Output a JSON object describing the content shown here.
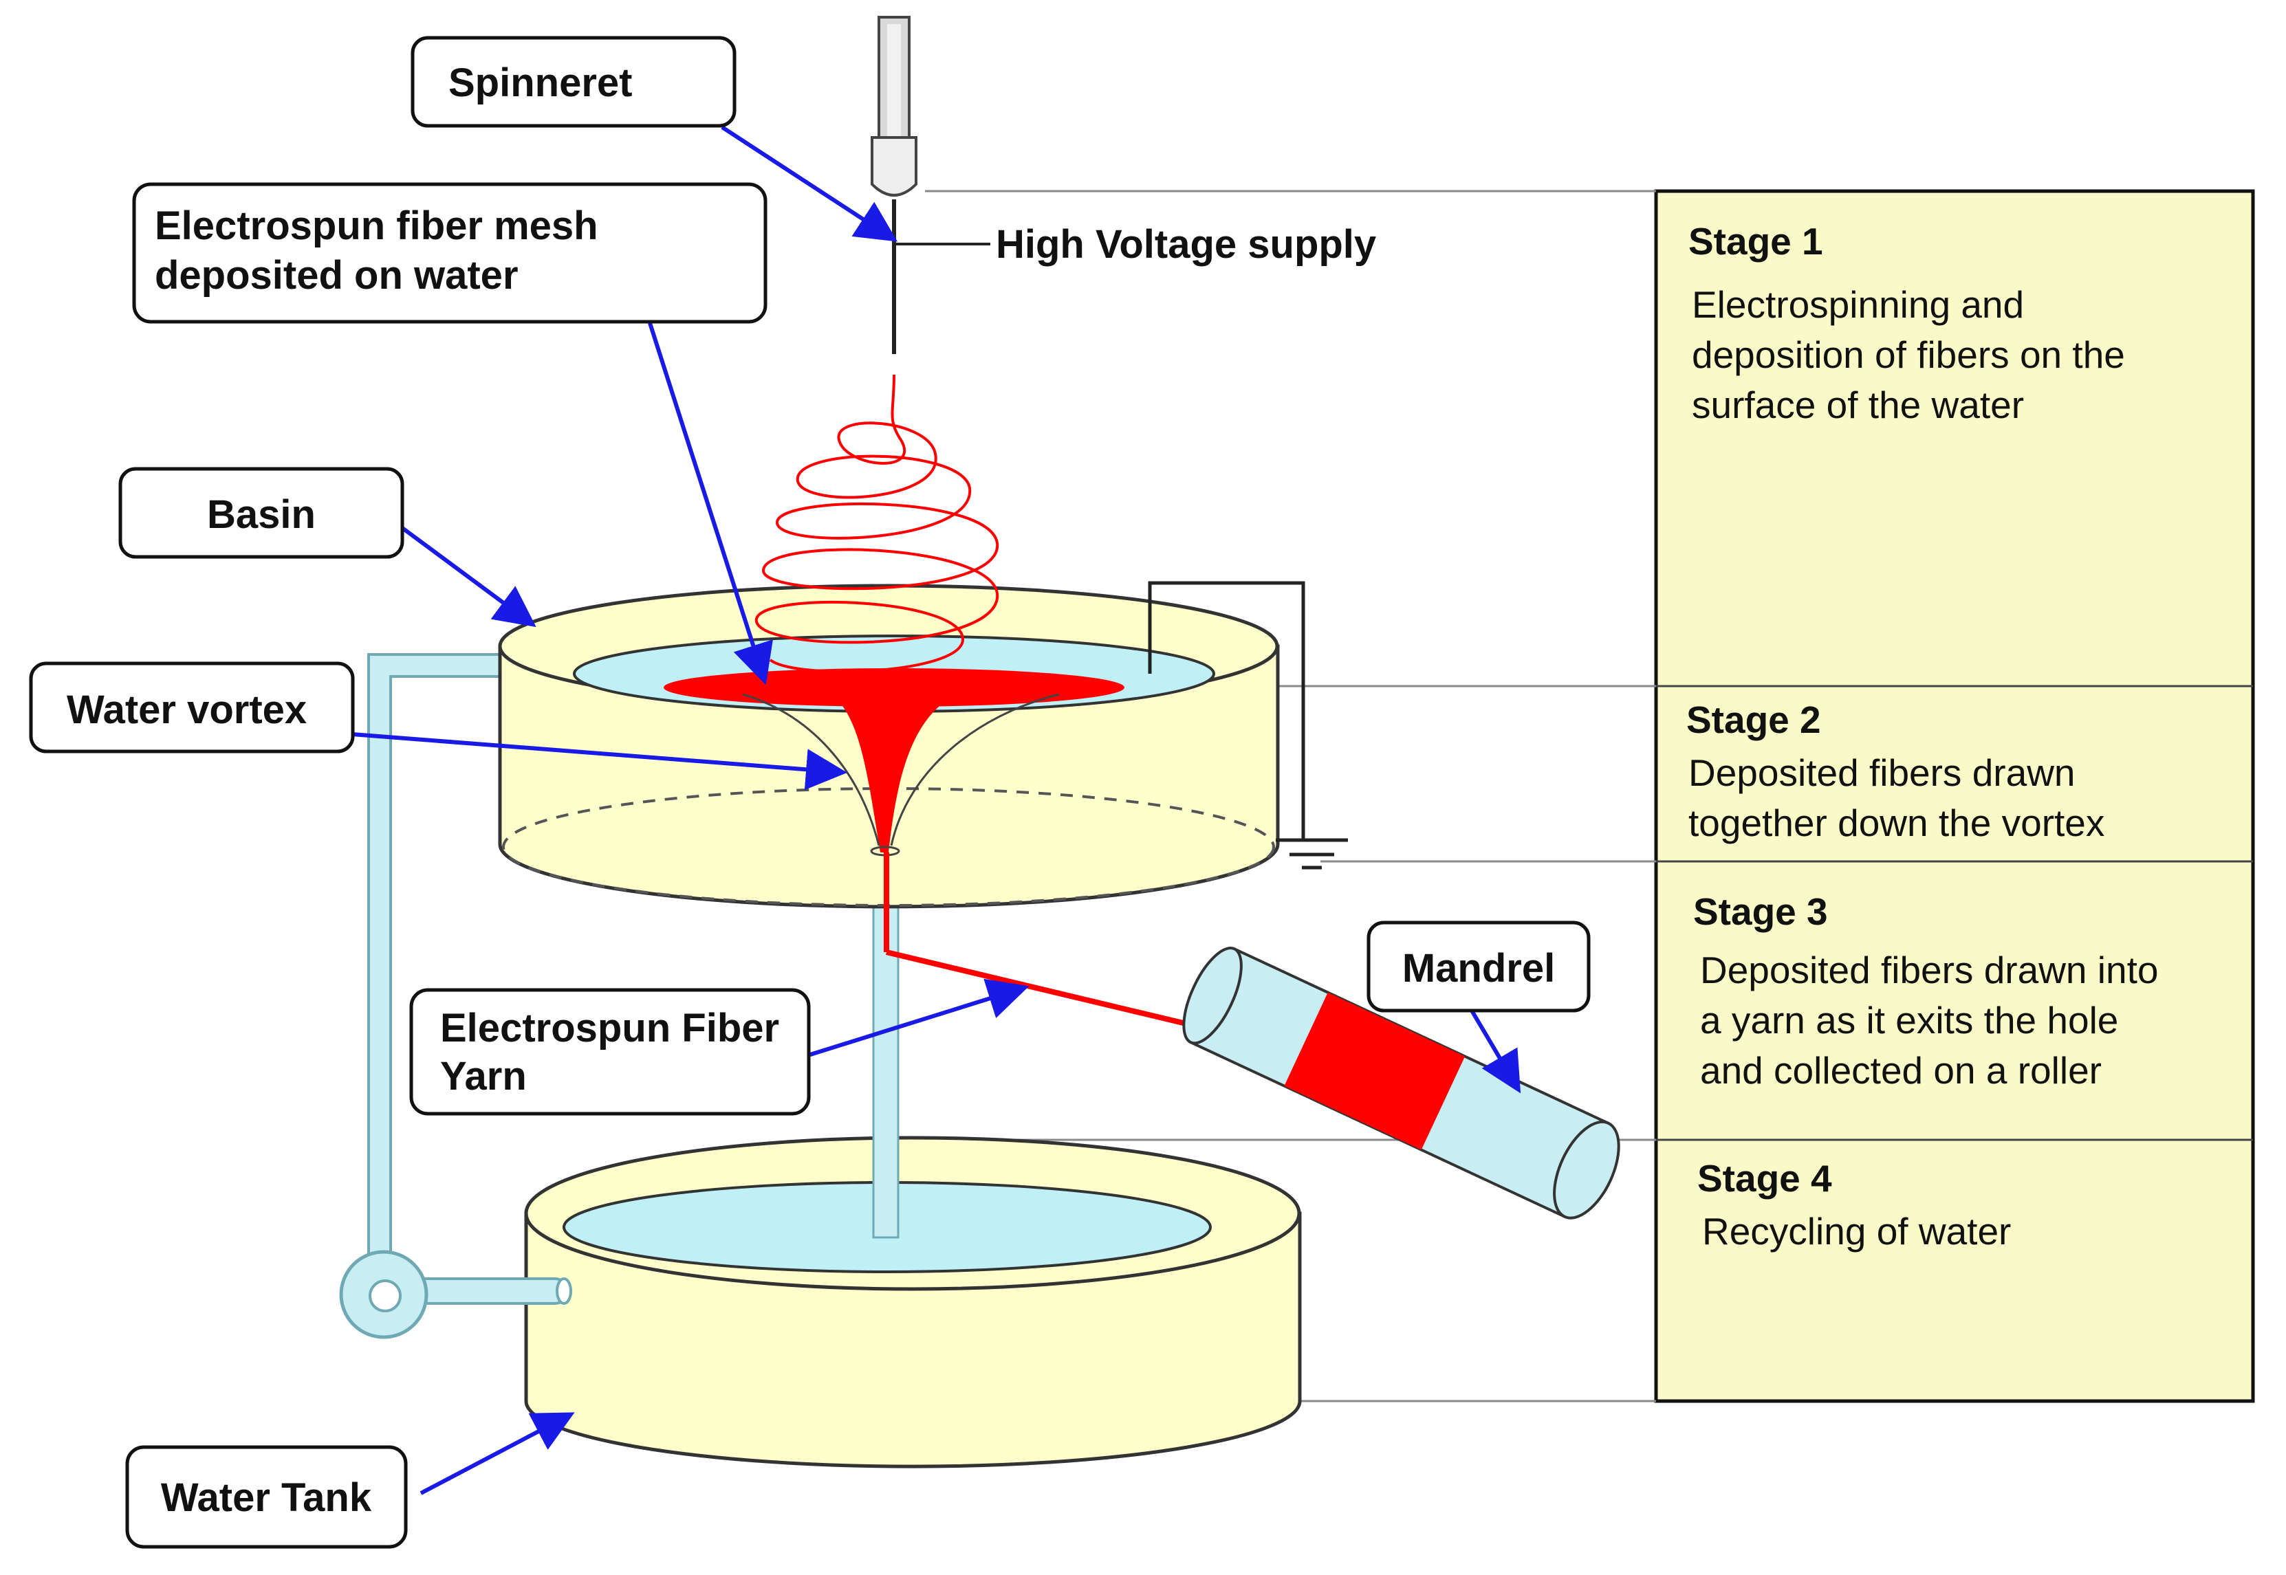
{
  "labels": {
    "spinneret": "Spinneret",
    "high_voltage": "High Voltage supply",
    "fiber_mesh_line1": "Electrospun fiber mesh",
    "fiber_mesh_line2": "deposited on water",
    "basin": "Basin",
    "water_vortex": "Water vortex",
    "fiber_yarn_line1": "Electrospun Fiber",
    "fiber_yarn_line2": "Yarn",
    "mandrel": "Mandrel",
    "water_tank": "Water Tank"
  },
  "stages": [
    {
      "title": "Stage 1",
      "lines": [
        "Electrospinning and",
        "deposition of fibers on the",
        "surface of the water"
      ]
    },
    {
      "title": "Stage 2",
      "lines": [
        "Deposited fibers drawn",
        "together down the vortex"
      ]
    },
    {
      "title": "Stage 3",
      "lines": [
        "Deposited fibers drawn into",
        "a yarn as it exits the hole",
        "and collected on a roller"
      ]
    },
    {
      "title": "Stage 4",
      "lines": [
        "Recycling of water"
      ]
    }
  ],
  "colors": {
    "fiber": "#ff0000",
    "water": "#bff0f5",
    "basin": "#ffffcc",
    "stage_panel": "#fafac8",
    "arrow": "#1a1ae6",
    "pipe": "#c8eef3"
  }
}
